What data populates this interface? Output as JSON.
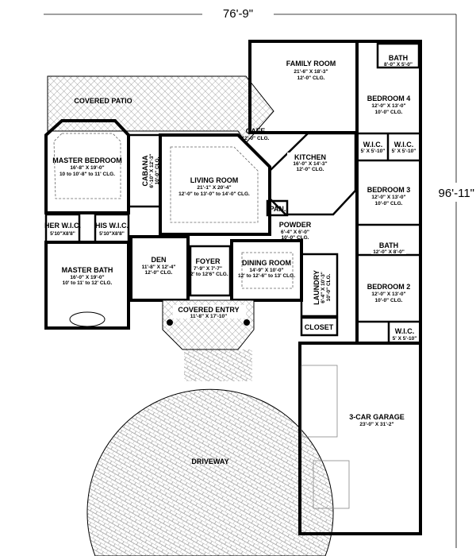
{
  "dimensions": {
    "width": "76'-9\"",
    "depth": "96'-11\""
  },
  "rooms": {
    "family_room": {
      "name": "FAMILY ROOM",
      "size": "21'-6\" X 18'-3\"",
      "ceiling": "12'-0\" CLG."
    },
    "bath_top": {
      "name": "BATH",
      "size": "8'-0\" X 5'-0\""
    },
    "bedroom4": {
      "name": "BEDROOM 4",
      "size": "12'-0\" X 13'-0\"",
      "ceiling": "10'-0\" CLG."
    },
    "wic_a": {
      "name": "W.I.C.",
      "size": "5' X 5'-10\""
    },
    "wic_b": {
      "name": "W.I.C.",
      "size": "5' X 5'-10\""
    },
    "bedroom3": {
      "name": "BEDROOM 3",
      "size": "12'-0\" X 13'-0\"",
      "ceiling": "10'-0\" CLG."
    },
    "bath_mid": {
      "name": "BATH",
      "size": "12'-0\" X 8'-0\""
    },
    "bedroom2": {
      "name": "BEDROOM 2",
      "size": "12'-0\" X 13'-0\"",
      "ceiling": "10'-0\" CLG."
    },
    "wic_c": {
      "name": "W.I.C.",
      "size": "5' X 5'-10\""
    },
    "covered_patio": {
      "name": "COVERED PATIO"
    },
    "cafe": {
      "name": "CAFE",
      "ceiling": "12'-0\" CLG."
    },
    "master_bedroom": {
      "name": "MASTER BEDROOM",
      "size": "16'-8\" X 19'-0\"",
      "ceiling": "10 to 10'-8\" to 11' CLG."
    },
    "cabana": {
      "name": "CABANA",
      "size": "6'-10\" X 12'-3\"",
      "ceiling": "10'-0\" CLG."
    },
    "living_room": {
      "name": "LIVING ROOM",
      "size": "21'-1\" X 20'-4\"",
      "ceiling": "12'-0\" to 13'-0\" to 14'-0\" CLG."
    },
    "kitchen": {
      "name": "KITCHEN",
      "size": "16'-0\" X 14'-3\"",
      "ceiling": "12'-0\" CLG."
    },
    "pantry": {
      "name": "PAN."
    },
    "powder": {
      "name": "POWDER",
      "size": "6'-4\" X 6'-0\"",
      "ceiling": "10'-0\" CLG."
    },
    "her_wic": {
      "name": "HER W.I.C.",
      "size": "5'10\"X8'8\""
    },
    "his_wic": {
      "name": "HIS W.I.C.",
      "size": "5'10\"X8'8\""
    },
    "master_bath": {
      "name": "MASTER BATH",
      "size": "16'-0\" X 19'-0\"",
      "ceiling": "10' to 11' to 12' CLG."
    },
    "den": {
      "name": "DEN",
      "size": "11'-8\" X 12'-4\"",
      "ceiling": "12'-0\" CLG."
    },
    "foyer": {
      "name": "FOYER",
      "size": "7'-9\" X 7'-7\"",
      "ceiling": "12' to 12'6\" CLG."
    },
    "dining_room": {
      "name": "DINING ROOM",
      "size": "14'-9\" X 10'-0\"",
      "ceiling": "12' to 12'-6\" to 13' CLG."
    },
    "laundry": {
      "name": "LAUNDRY",
      "size": "6'-4\" X 10'-3\"",
      "ceiling": "10'-0\" CLG."
    },
    "closet": {
      "name": "CLOSET"
    },
    "covered_entry": {
      "name": "COVERED ENTRY",
      "size": "11'-8\" X 17'-10\""
    },
    "garage": {
      "name": "3-CAR GARAGE",
      "size": "23'-0\" X 31'-2\""
    },
    "driveway": {
      "name": "DRIVEWAY"
    }
  }
}
